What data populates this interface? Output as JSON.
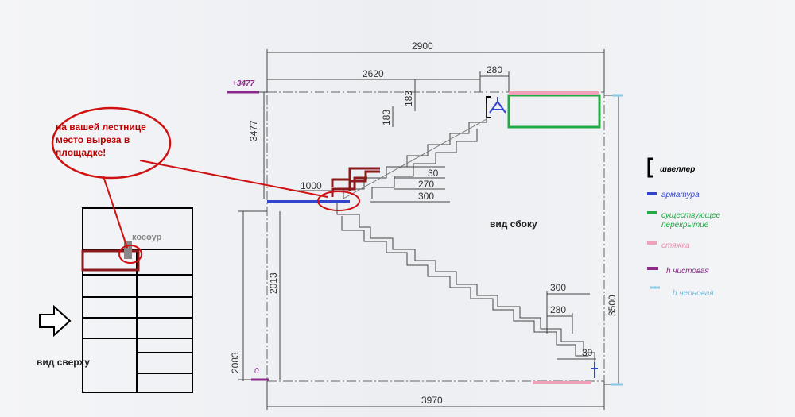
{
  "top_dims": {
    "w2900": "2900",
    "w2620": "2620",
    "w280": "280"
  },
  "levels": {
    "top_mark": "+3477",
    "zero_mark": "0"
  },
  "left_dims": {
    "h3477": "3477",
    "h2013": "2013",
    "h2083": "2083"
  },
  "right_dims": {
    "h3500": "3500"
  },
  "bottom_dims": {
    "w3970": "3970"
  },
  "upper_dims": {
    "d183a": "183",
    "d183b": "183",
    "d1000": "1000",
    "d30a": "30",
    "d270": "270",
    "d300a": "300"
  },
  "lower_dims": {
    "d300b": "300",
    "d280b": "280",
    "d30b": "30"
  },
  "callout": {
    "line1": "на вашей лестнице",
    "line2": "место выреза в",
    "line3": "площадке!"
  },
  "labels": {
    "side_view": "вид сбоку",
    "top_view": "вид  сверху",
    "kosour": "косоур"
  },
  "legend": [
    {
      "label": "швеллер",
      "color": "#000000",
      "kind": "bracket"
    },
    {
      "label": "арматура",
      "color": "#3344cc",
      "kind": "bar"
    },
    {
      "label": "существующее",
      "label2": "перекрытие",
      "color": "#22aa44",
      "kind": "bar"
    },
    {
      "label": "стяжка",
      "color": "#f0a0b8",
      "kind": "bar"
    },
    {
      "label": "h  чистовая",
      "color": "#8b2a8b",
      "kind": "bar"
    },
    {
      "label": "h  черновая",
      "color": "#88c8e0",
      "kind": "bar"
    }
  ]
}
